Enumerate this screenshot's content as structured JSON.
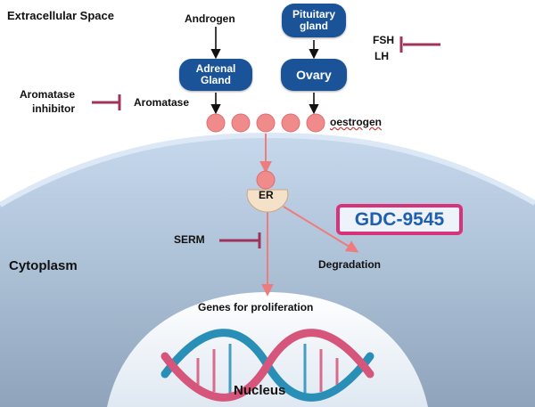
{
  "regions": {
    "extracellular": "Extracellular Space",
    "cytoplasm": "Cytoplasm",
    "nucleus": "Nucleus"
  },
  "nodes": {
    "androgen": "Androgen",
    "pituitary": "Pituitary\ngland",
    "adrenal": "Adrenal\nGland",
    "ovary": "Ovary",
    "fsh": "FSH",
    "lh": "LH",
    "aromatase_inhibitor": "Aromatase\ninhibitor",
    "aromatase": "Aromatase",
    "oestrogen": "oestrogen",
    "er": "ER",
    "serm": "SERM",
    "degradation": "Degradation",
    "genes": "Genes for proliferation",
    "drug": "GDC-9545"
  },
  "colors": {
    "pill_blue": "#1b5399",
    "inhibit": "#a0335a",
    "oestrogen_dot": "#ef8b8b",
    "salmon_arrow": "#ee7c7c",
    "drug_border": "#d6337b",
    "drug_text": "#1f5fb0",
    "dna_blue": "#2a8fb6",
    "dna_pink": "#d6557a"
  }
}
